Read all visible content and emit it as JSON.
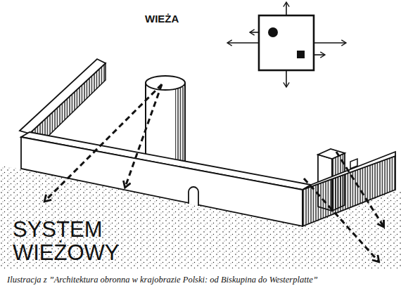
{
  "diagram": {
    "title": "SYSTEM WIEŻOWY",
    "caption": "Ilustracja z ”Architektura obronna w krajobrazie Polski: od Biskupina do Westerplatte”",
    "labels": [
      "WIEŻA"
    ]
  }
}
